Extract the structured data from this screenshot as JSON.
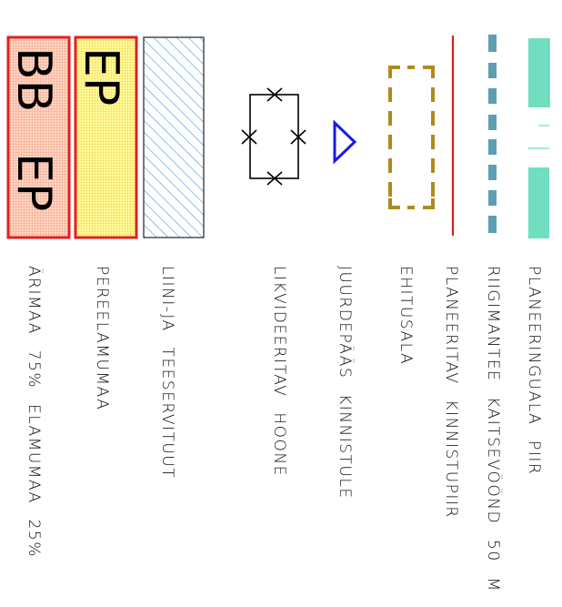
{
  "legend": {
    "items": [
      {
        "id": "plan_boundary",
        "label": "PLANEERINGUALA PIIR",
        "color": "#6fdfc0"
      },
      {
        "id": "road_protection",
        "label": "RIIGIMANTEE KAITSEVÖÖND 50 M",
        "color": "#5e9eb3"
      },
      {
        "id": "planned_property_border",
        "label": "PLANEERITAV KINNISTUPIIR",
        "color": "#e02020"
      },
      {
        "id": "building_area",
        "label": "EHITUSALA",
        "color": "#b08a1a"
      },
      {
        "id": "access",
        "label": "JUURDEPÄÄS KINNISTULE",
        "color": "#1a1ae6"
      },
      {
        "id": "demolished_building",
        "label": "LIKVIDEERITAV HOONE",
        "color": "#000000"
      },
      {
        "id": "line_servitude",
        "label": "LIINI-JA TEESERVITUUT",
        "color": "#3a8fd8"
      },
      {
        "id": "residential",
        "label": "PEREELAMUMAA",
        "code": "EP",
        "color": "#ffff99"
      },
      {
        "id": "mixed_use",
        "label": "ÄRIMAA 75% ELAMUMAA 25%",
        "code_top": "BB",
        "code_bottom": "EP",
        "color": "#ffc9a8"
      }
    ]
  }
}
